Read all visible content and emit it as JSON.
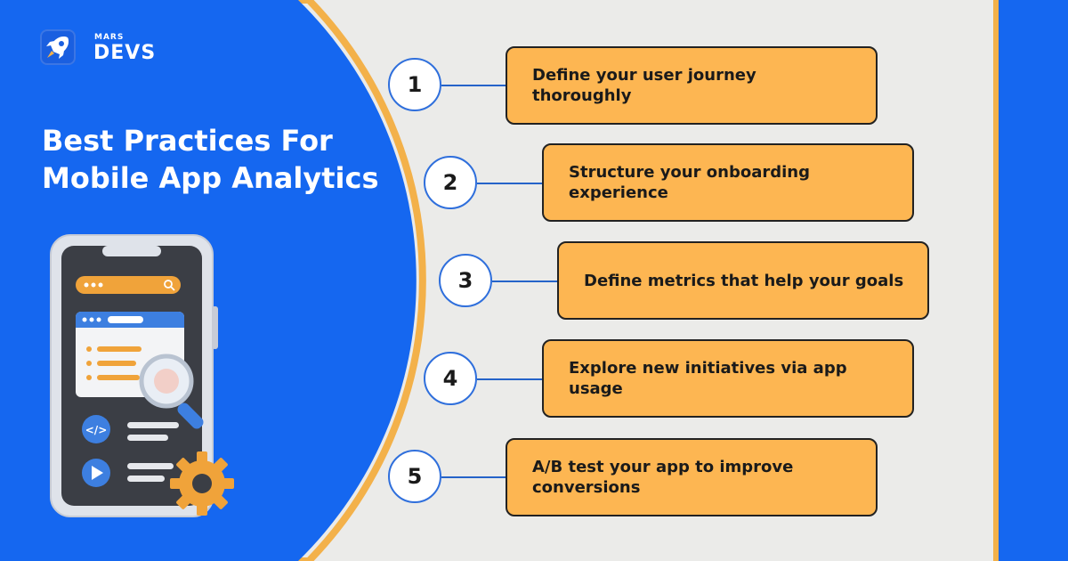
{
  "brand": {
    "small": "MARS",
    "name": "DEVS",
    "logo_icon": "rocket-icon"
  },
  "title": {
    "line1": "Best Practices For",
    "line2": "Mobile App Analytics"
  },
  "steps": [
    {
      "number": "1",
      "text": "Define your user journey thoroughly"
    },
    {
      "number": "2",
      "text": "Structure your onboarding experience"
    },
    {
      "number": "3",
      "text": "Define metrics that help your goals"
    },
    {
      "number": "4",
      "text": "Explore new initiatives via app usage"
    },
    {
      "number": "5",
      "text": "A/B test your app to improve conversions"
    }
  ],
  "illustration": {
    "icons": [
      "phone-icon",
      "search-icon",
      "magnifier-icon",
      "code-icon",
      "play-icon",
      "gear-icon"
    ]
  },
  "colors": {
    "blue": "#1567f0",
    "orange": "#fdb652",
    "accent_orange": "#f0a33a",
    "background": "#ebebe9",
    "arc": "#f3b14a",
    "connector": "#2563c9"
  }
}
